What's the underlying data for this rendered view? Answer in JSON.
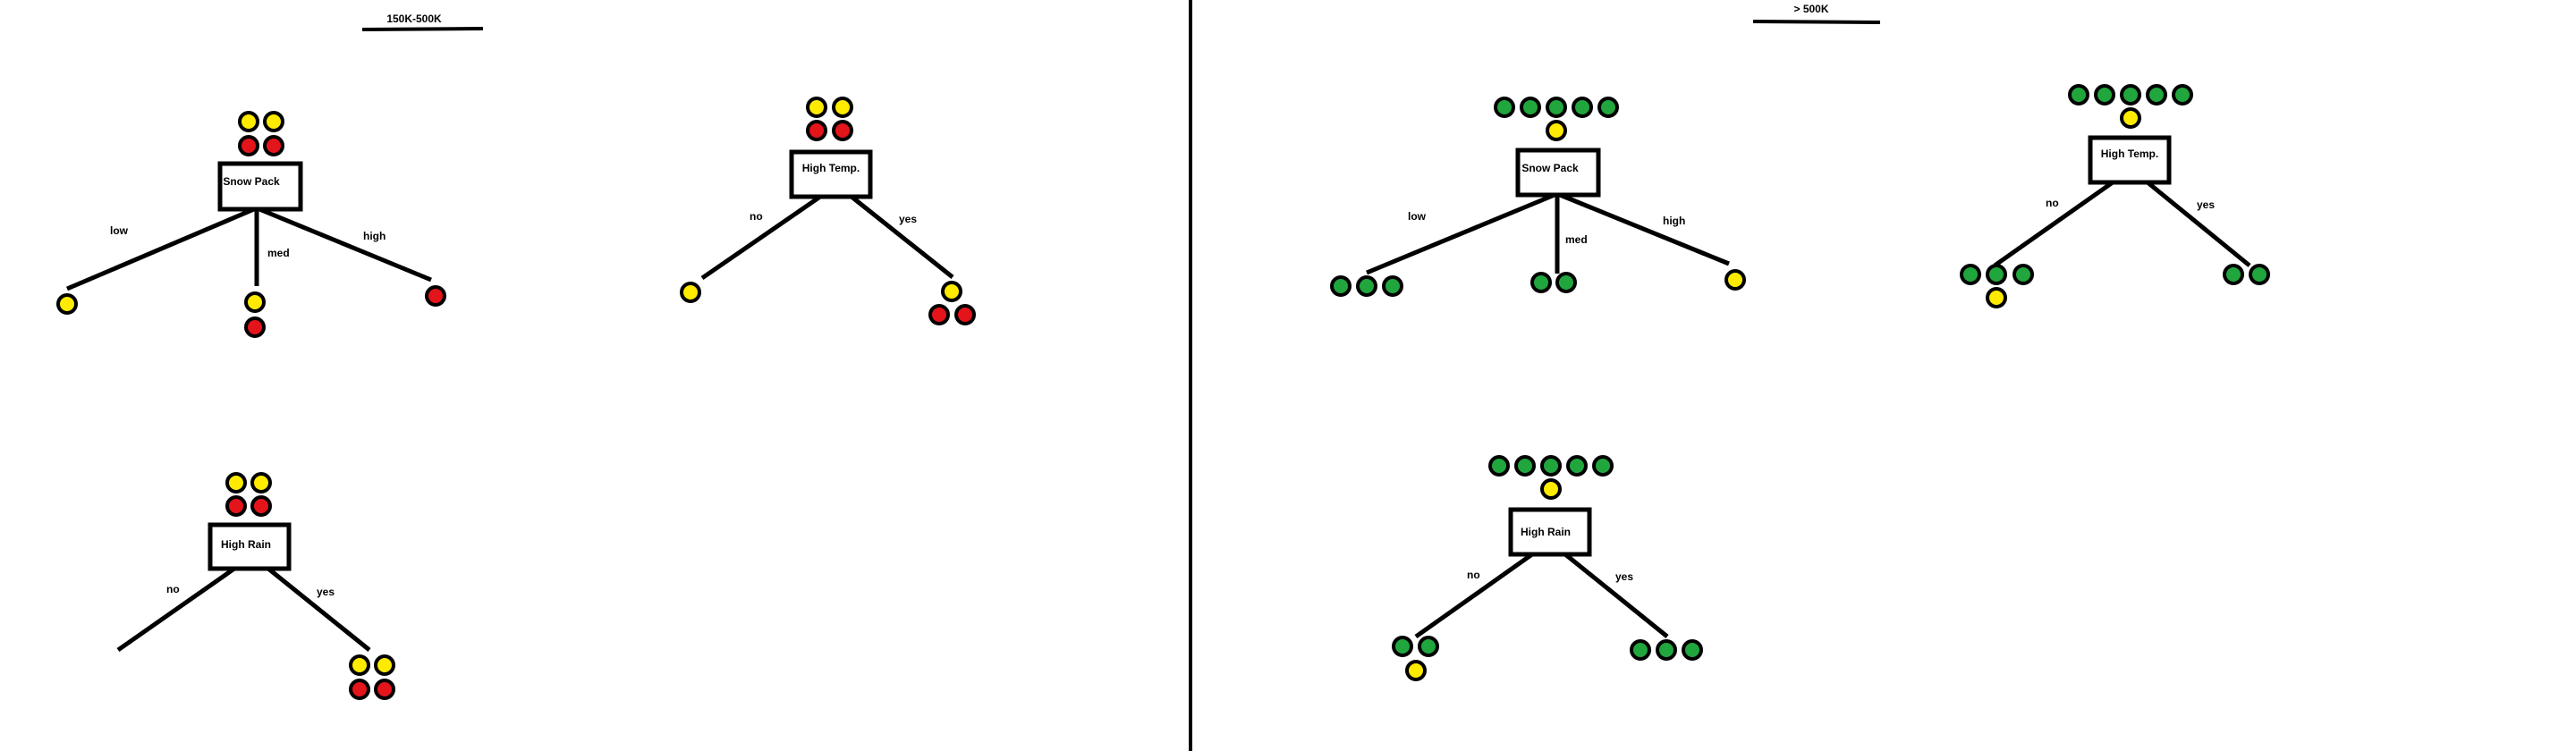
{
  "colors": {
    "yellow": "#ffeb00",
    "red": "#e4141b",
    "green": "#20a63d",
    "stroke": "#000000"
  },
  "left_panel": {
    "title": "150K-500K",
    "trees": [
      {
        "root": "Snow Pack",
        "top": [
          "yellow",
          "yellow",
          "red",
          "red"
        ],
        "branches": [
          {
            "label": "low",
            "leaf": [
              "yellow"
            ]
          },
          {
            "label": "med",
            "leaf": [
              "yellow",
              "red"
            ]
          },
          {
            "label": "high",
            "leaf": [
              "red"
            ]
          }
        ]
      },
      {
        "root": "High Temp.",
        "top": [
          "yellow",
          "yellow",
          "red",
          "red"
        ],
        "branches": [
          {
            "label": "no",
            "leaf": [
              "yellow"
            ]
          },
          {
            "label": "yes",
            "leaf": [
              "yellow",
              "red",
              "red"
            ]
          }
        ]
      },
      {
        "root": "High Rain",
        "top": [
          "yellow",
          "yellow",
          "red",
          "red"
        ],
        "branches": [
          {
            "label": "no",
            "leaf": []
          },
          {
            "label": "yes",
            "leaf": [
              "yellow",
              "yellow",
              "red",
              "red"
            ]
          }
        ]
      }
    ]
  },
  "right_panel": {
    "title": "> 500K",
    "trees": [
      {
        "root": "Snow Pack",
        "top": [
          "green",
          "green",
          "green",
          "green",
          "green",
          "yellow"
        ],
        "branches": [
          {
            "label": "low",
            "leaf": [
              "green",
              "green",
              "green"
            ]
          },
          {
            "label": "med",
            "leaf": [
              "green",
              "green"
            ]
          },
          {
            "label": "high",
            "leaf": [
              "yellow"
            ]
          }
        ]
      },
      {
        "root": "High Temp.",
        "top": [
          "green",
          "green",
          "green",
          "green",
          "green",
          "yellow"
        ],
        "branches": [
          {
            "label": "no",
            "leaf": [
              "green",
              "green",
              "green",
              "yellow"
            ]
          },
          {
            "label": "yes",
            "leaf": [
              "green",
              "green"
            ]
          }
        ]
      },
      {
        "root": "High Rain",
        "top": [
          "green",
          "green",
          "green",
          "green",
          "green",
          "yellow"
        ],
        "branches": [
          {
            "label": "no",
            "leaf": [
              "green",
              "green",
              "yellow"
            ]
          },
          {
            "label": "yes",
            "leaf": [
              "green",
              "green",
              "green"
            ]
          }
        ]
      }
    ]
  }
}
